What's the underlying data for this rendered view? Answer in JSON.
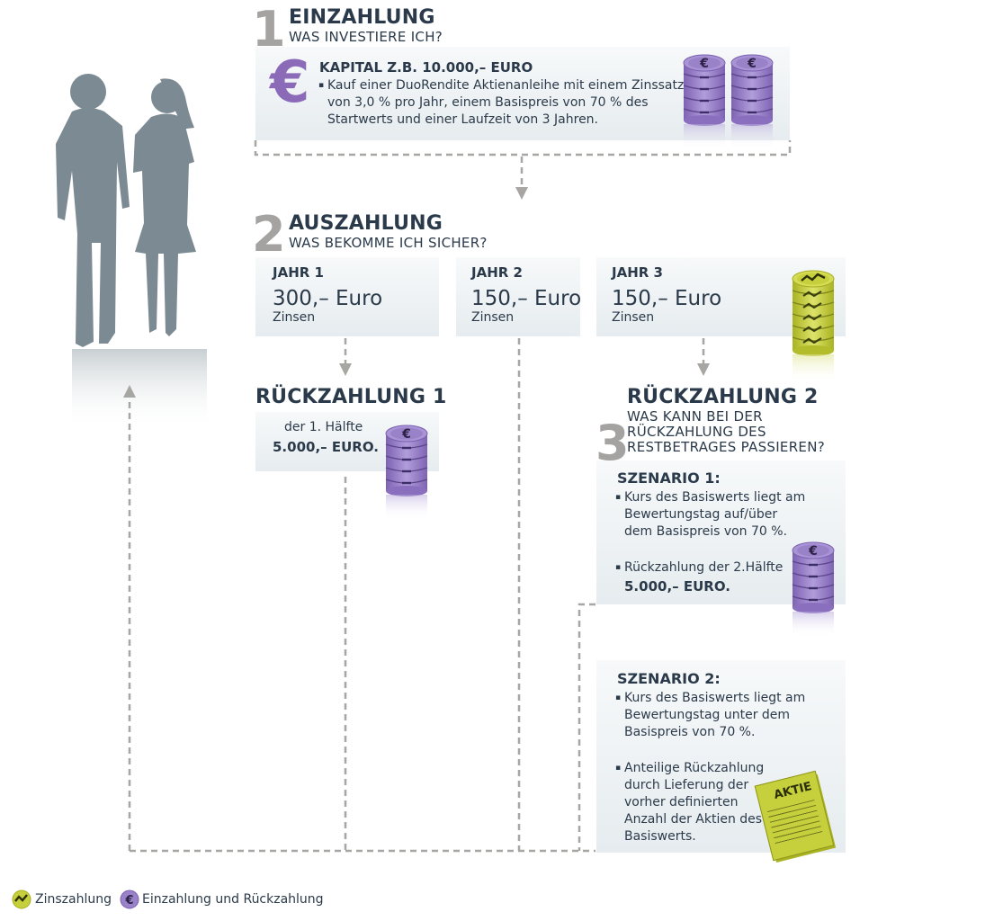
{
  "step1": {
    "number": "1",
    "title": "EINZAHLUNG",
    "subtitle": "WAS INVESTIERE ICH?",
    "capital": "KAPITAL Z.B. 10.000,– EURO",
    "bullet_lines": [
      "Kauf einer DuoRendite Aktienanleihe mit einem Zinssatz",
      "von 3,0 % pro Jahr, einem Basispreis von 70 % des",
      "Startwerts und einer Laufzeit von 3 Jahren."
    ]
  },
  "step2": {
    "number": "2",
    "title": "AUSZAHLUNG",
    "subtitle": "WAS BEKOMME ICH SICHER?",
    "years": [
      {
        "label": "JAHR 1",
        "amount": "300,– Euro",
        "note": "Zinsen"
      },
      {
        "label": "JAHR 2",
        "amount": "150,– Euro",
        "note": "Zinsen"
      },
      {
        "label": "JAHR 3",
        "amount": "150,– Euro",
        "note": "Zinsen"
      }
    ]
  },
  "repayment1": {
    "title": "RÜCKZAHLUNG 1",
    "line1": "der 1. Hälfte",
    "line2": "5.000,– EURO."
  },
  "repayment2": {
    "title": "RÜCKZAHLUNG 2"
  },
  "step3": {
    "number": "3",
    "subtitle_lines": [
      "WAS KANN BEI DER",
      "RÜCKZAHLUNG DES",
      "RESTBETRAGES PASSIEREN?"
    ]
  },
  "scenario1": {
    "title": "SZENARIO 1:",
    "bullet1_lines": [
      "Kurs des Basiswerts liegt am",
      "Bewertungstag auf/über",
      "dem Basispreis von 70 %."
    ],
    "bullet2_line": "Rückzahlung der 2.Hälfte",
    "amount": "5.000,– EURO."
  },
  "scenario2": {
    "title": "SZENARIO 2:",
    "bullet1_lines": [
      "Kurs des Basiswerts liegt am",
      "Bewertungstag unter dem",
      "Basispreis von 70 %."
    ],
    "bullet2_lines": [
      "Anteilige Rückzahlung",
      "durch Lieferung der",
      "vorher definierten",
      "Anzahl der Aktien des",
      "Basiswerts."
    ],
    "document_label": "AKTIE"
  },
  "legend": {
    "interest_label": "Zinszahlung",
    "payment_label": "Einzahlung und Rückzahlung"
  },
  "colors": {
    "text": "#2b3a4a",
    "number_gray": "#a4a3a1",
    "euro_purple": "#8b6ab8",
    "coin_purple": "#9a82c8",
    "coin_green": "#c6cf3c",
    "line_gray": "#a8a6a3",
    "silhouette": "#7c8a93"
  },
  "icons": [
    "euro-icon",
    "euro-coin-stack-icon",
    "interest-coin-stack-icon",
    "stock-document-icon",
    "couple-silhouette-icon",
    "down-arrow-icon",
    "up-arrow-icon"
  ]
}
